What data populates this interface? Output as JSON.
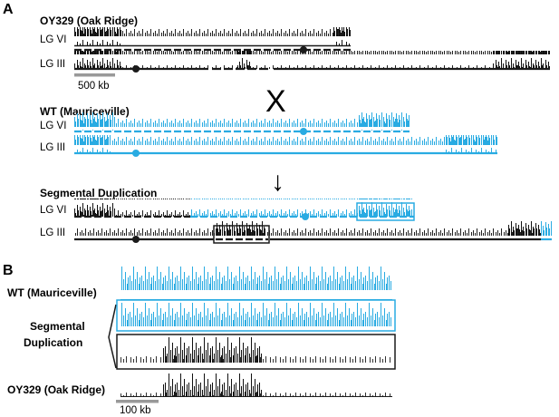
{
  "figure": {
    "panel_a": "A",
    "panel_b": "B",
    "strain_oy": "OY329 (Oak Ridge)",
    "strain_wt": "WT (Mauriceville)",
    "segmental_title": "Segmental Duplication",
    "lg_vi": "LG VI",
    "lg_iii": "LG III",
    "scale_a": "500 kb",
    "cross": "X",
    "arrow": "↓",
    "b_wt": "WT (Mauriceville)",
    "b_segmental_line1": "Segmental",
    "b_segmental_line2": "Duplication",
    "b_oy": "OY329 (Oak Ridge)",
    "scale_b": "100 kb"
  },
  "colors": {
    "black_track": "#1a1a1a",
    "blue_track": "#29abe2",
    "scale_bar": "#999999"
  }
}
